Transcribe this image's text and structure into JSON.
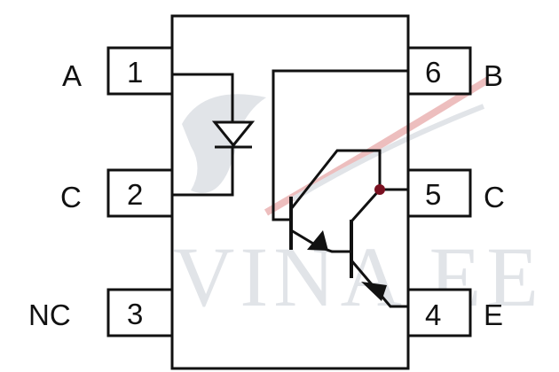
{
  "pins": [
    {
      "number": "1",
      "label": "A"
    },
    {
      "number": "2",
      "label": "C"
    },
    {
      "number": "3",
      "label": "NC"
    },
    {
      "number": "4",
      "label": "E"
    },
    {
      "number": "5",
      "label": "C"
    },
    {
      "number": "6",
      "label": "B"
    }
  ],
  "watermark": {
    "text": "VINA EE"
  },
  "colors": {
    "ink": "#111111",
    "junction": "#7a1020",
    "watermark": "#c9ced6",
    "watermark_red": "#e08a8a"
  }
}
